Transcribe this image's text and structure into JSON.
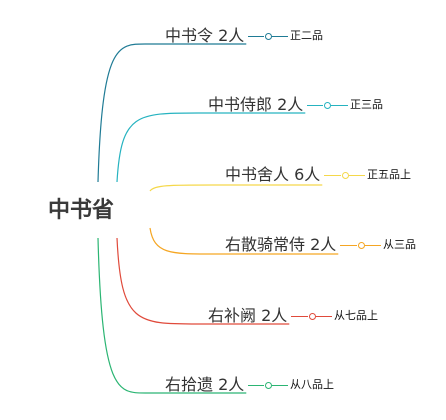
{
  "root": {
    "label": "中书省"
  },
  "branches": [
    {
      "label": "中书令 2人",
      "rank": "正二品",
      "color": "#1f7b95"
    },
    {
      "label": "中书侍郎 2人",
      "rank": "正三品",
      "color": "#26b3c0"
    },
    {
      "label": "中书舍人 6人",
      "rank": "正五品上",
      "color": "#f5d84a"
    },
    {
      "label": "右散骑常侍 2人",
      "rank": "从三品",
      "color": "#f5a623"
    },
    {
      "label": "右补阙 2人",
      "rank": "从七品上",
      "color": "#e04a3b"
    },
    {
      "label": "右拾遗 2人",
      "rank": "从八品上",
      "color": "#2bb573"
    }
  ]
}
